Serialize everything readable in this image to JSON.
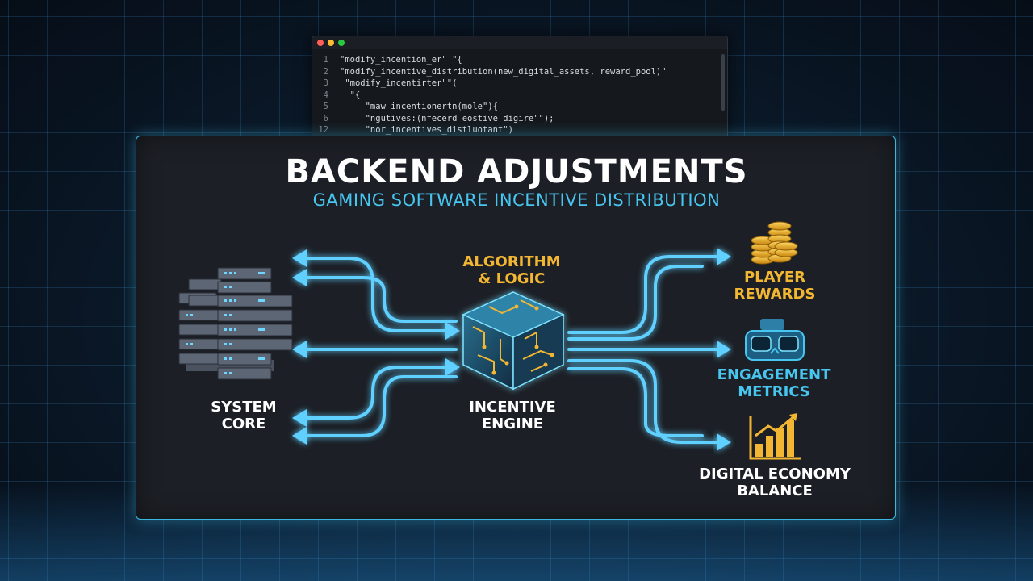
{
  "code_editor": {
    "lines": [
      {
        "num": "1",
        "text": "\"modify_incention_er\" \"{"
      },
      {
        "num": "2",
        "text": "\"modify_incentive_distribution(new_digital_assets, reward_pool)\""
      },
      {
        "num": "3",
        "text": " \"modify_incentirter\"\"("
      },
      {
        "num": "4",
        "text": "  \"{"
      },
      {
        "num": "5",
        "text": "     \"maw_incentionertn(mole\"){"
      },
      {
        "num": "6",
        "text": "     \"ngutives:(nfecerd_eostive_digire\"\");"
      },
      {
        "num": "12",
        "text": "     \"nor_incentives_distluotant\")"
      }
    ]
  },
  "header": {
    "title": "BACKEND ADJUSTMENTS",
    "subtitle": "GAMING SOFTWARE INCENTIVE DISTRIBUTION"
  },
  "nodes": {
    "system_core": {
      "line1": "SYSTEM",
      "line2": "CORE"
    },
    "algorithm": {
      "line1": "ALGORITHM",
      "line2": "& LOGIC"
    },
    "incentive_engine": {
      "line1": "INCENTIVE",
      "line2": "ENGINE"
    },
    "player_rewards": {
      "line1": "PLAYER",
      "line2": "REWARDS"
    },
    "engagement": {
      "line1": "ENGAGEMENT",
      "line2": "METRICS"
    },
    "economy": {
      "line1": "DIGITAL ECONOMY",
      "line2": "BALANCE"
    }
  },
  "colors": {
    "accent_cyan": "#47c6f0",
    "gold": "#f2b632",
    "panel_border": "#3bb8e0",
    "panel_bg": "#1c1f25"
  },
  "icons": {
    "system_core": "server-rack-icon",
    "incentive_engine": "circuit-cube-icon",
    "player_rewards": "coin-stacks-icon",
    "engagement": "vr-headset-icon",
    "economy": "bar-chart-growth-icon"
  }
}
